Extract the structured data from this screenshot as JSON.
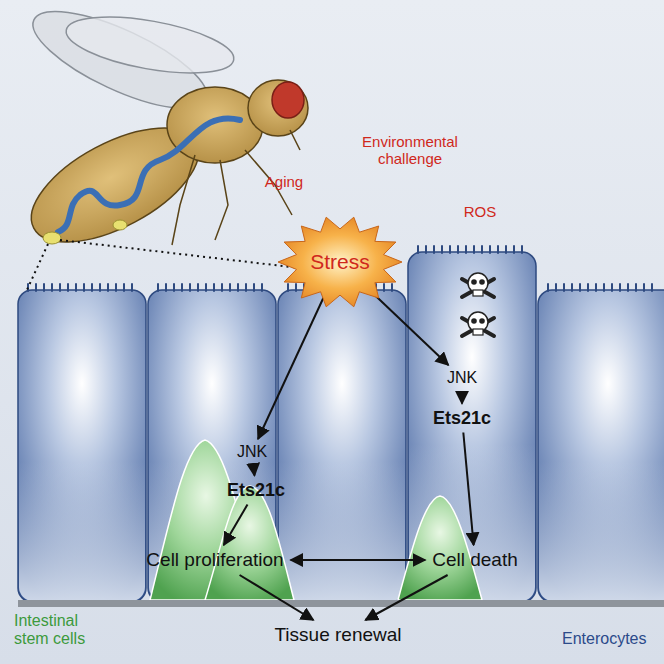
{
  "diagram": {
    "nodes": [
      {
        "text": [
          "Stress"
        ]
      },
      {
        "text": [
          "JNK"
        ]
      },
      {
        "text": [
          "Ets21c"
        ]
      },
      {
        "text": [
          "JNK"
        ]
      },
      {
        "text": [
          "Ets21c"
        ]
      },
      {
        "text": [
          "Cell proliferation"
        ]
      },
      {
        "text": [
          "Cell death"
        ]
      },
      {
        "text": [
          "Tissue renewal"
        ]
      }
    ],
    "edges": [
      {
        "from": 0,
        "to": 1,
        "arrow": "to"
      },
      {
        "from": 1,
        "to": 2,
        "arrow": "to"
      },
      {
        "from": 2,
        "to": 5,
        "arrow": "to"
      },
      {
        "from": 0,
        "to": 3,
        "arrow": "to"
      },
      {
        "from": 3,
        "to": 4,
        "arrow": "to"
      },
      {
        "from": 4,
        "to": 6,
        "arrow": "to"
      },
      {
        "from": 5,
        "to": 6,
        "arrow": "both"
      },
      {
        "from": 5,
        "to": 7,
        "arrow": "to"
      },
      {
        "from": 6,
        "to": 7,
        "arrow": "to"
      }
    ],
    "labels": [
      "Aging",
      "Environmental challenge",
      "ROS",
      "Intestinal stem cells",
      "Enterocytes"
    ]
  }
}
